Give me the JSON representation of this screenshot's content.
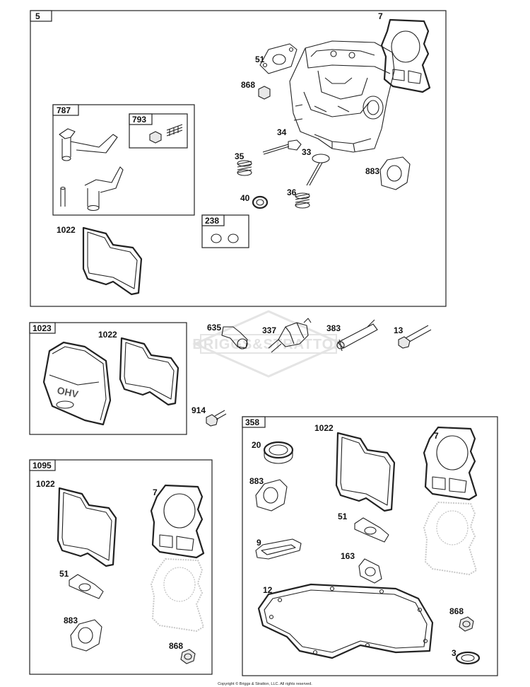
{
  "groups": {
    "g5": "5",
    "g787": "787",
    "g793": "793",
    "g238": "238",
    "g1023": "1023",
    "g1095": "1095",
    "g358": "358"
  },
  "labels": {
    "l7_top": "7",
    "l51_top": "51",
    "l868_top": "868",
    "l34": "34",
    "l35": "35",
    "l33": "33",
    "l883_top": "883",
    "l40": "40",
    "l36": "36",
    "l1022_top": "1022",
    "l635": "635",
    "l337": "337",
    "l383": "383",
    "l13": "13",
    "l1022_1023": "1022",
    "l914": "914",
    "l1022_1095": "1022",
    "l7_1095": "7",
    "l51_1095": "51",
    "l883_1095": "883",
    "l868_1095": "868",
    "l1022_358": "1022",
    "l7_358": "7",
    "l20": "20",
    "l883_358": "883",
    "l51_358": "51",
    "l9": "9",
    "l163": "163",
    "l12": "12",
    "l868_358": "868",
    "l3": "3"
  },
  "watermark": {
    "text": "BRIGGS&STRATTON",
    "logo_text": "OHV"
  },
  "copyright": "Copyright © Briggs & Stratton, LLC. All rights reserved."
}
